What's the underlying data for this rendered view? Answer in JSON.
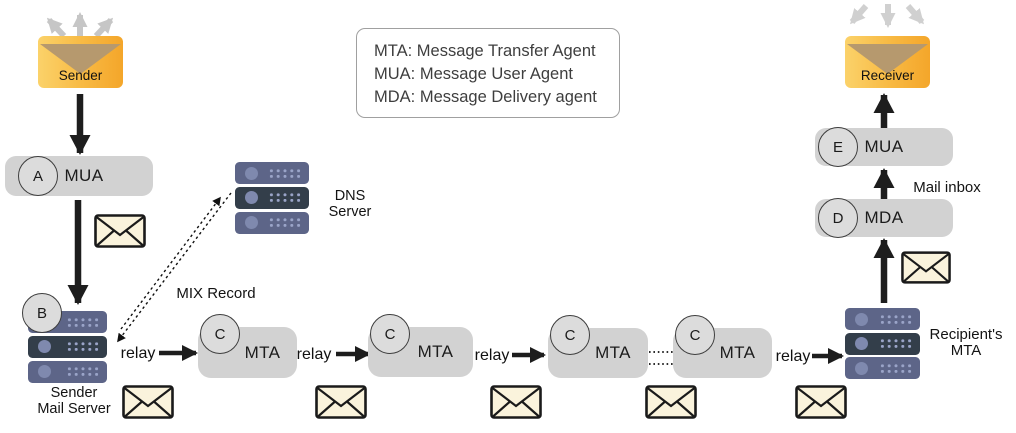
{
  "legend": {
    "line1": "MTA: Message Transfer Agent",
    "line2": "MUA: Message User Agent",
    "line3": "MDA: Message Delivery agent"
  },
  "sender": {
    "envelope_label": "Sender"
  },
  "receiver": {
    "envelope_label": "Receiver"
  },
  "left_flow": {
    "mua_badge": "A",
    "mua_label": "MUA",
    "server_badge": "B",
    "server_caption_line1": "Sender",
    "server_caption_line2": "Mail Server"
  },
  "dns": {
    "caption_line1": "DNS",
    "caption_line2": "Server",
    "mix_record_label": "MIX Record"
  },
  "chain": {
    "relay_label": "relay",
    "mta_badge": "C",
    "mta_label": "MTA",
    "recipient_caption_line1": "Recipient's",
    "recipient_caption_line2": "MTA"
  },
  "right_flow": {
    "mda_badge": "D",
    "mda_label": "MDA",
    "mua_badge": "E",
    "mua_label": "MUA",
    "mail_inbox_label": "Mail inbox"
  },
  "icons": {
    "sender_icon": "orange-envelope-icon",
    "receiver_icon": "orange-envelope-icon",
    "message_icon": "mail-envelope-icon",
    "server_icon": "server-rack-icon"
  },
  "colors": {
    "node_gray": "#d2d2d2",
    "server_slate": "#5d6588",
    "server_dark": "#333e4a",
    "envelope_orange": "#f4a62a",
    "envelope_light": "#fbd26a",
    "envelope_flap": "#b6996e",
    "mail_cream": "#faf3dc",
    "arrow_black": "#1d1d1d",
    "arrow_gray": "#c6c6c6"
  }
}
